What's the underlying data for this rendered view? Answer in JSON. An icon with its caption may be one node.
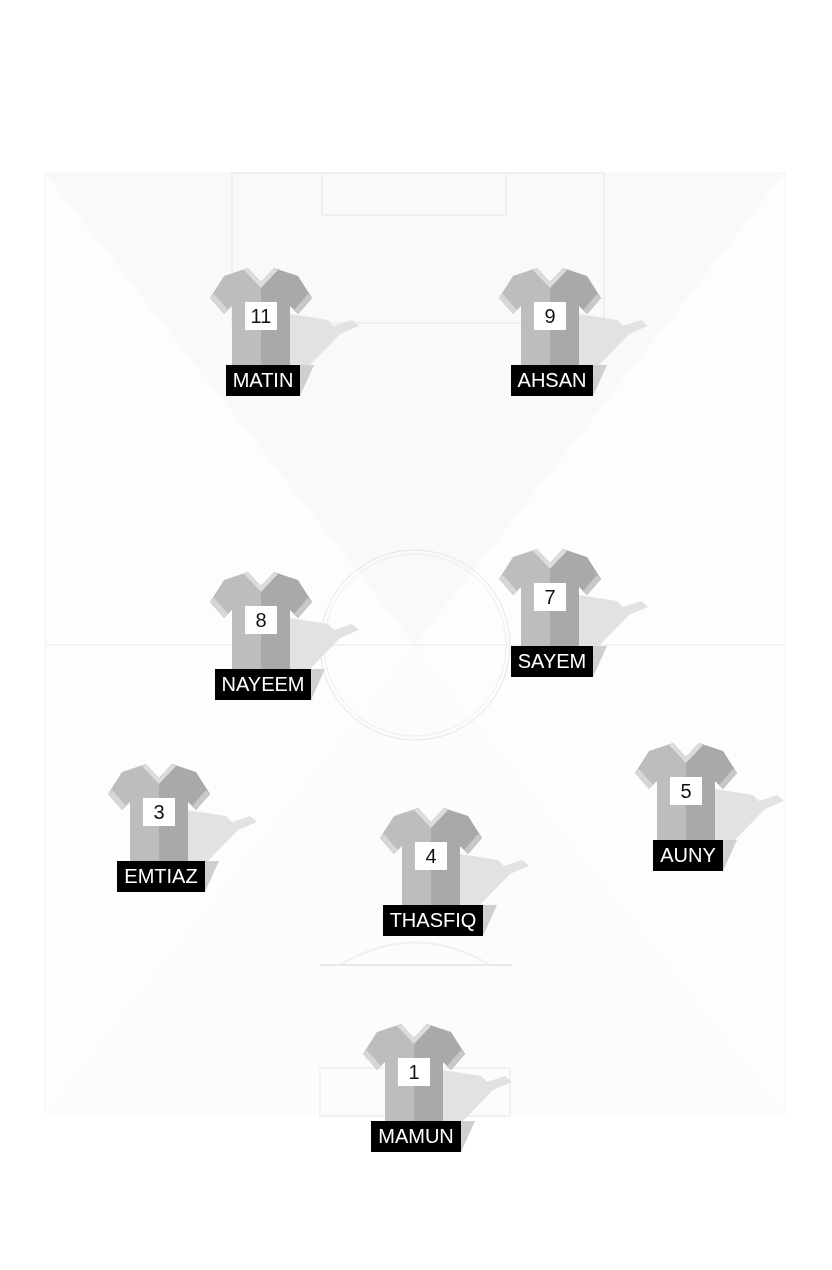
{
  "diagram": {
    "nodes": [
      {
        "text": [
          "11",
          "MATIN"
        ]
      },
      {
        "text": [
          "9",
          "AHSAN"
        ]
      },
      {
        "text": [
          "7",
          "SAYEM"
        ]
      },
      {
        "text": [
          "8",
          "NAYEEM"
        ]
      },
      {
        "text": [
          "5",
          "AUNY"
        ]
      },
      {
        "text": [
          "3",
          "EMTIAZ"
        ]
      },
      {
        "text": [
          "4",
          "THASFIQ"
        ]
      },
      {
        "text": [
          "1",
          "MAMUN"
        ]
      }
    ]
  }
}
